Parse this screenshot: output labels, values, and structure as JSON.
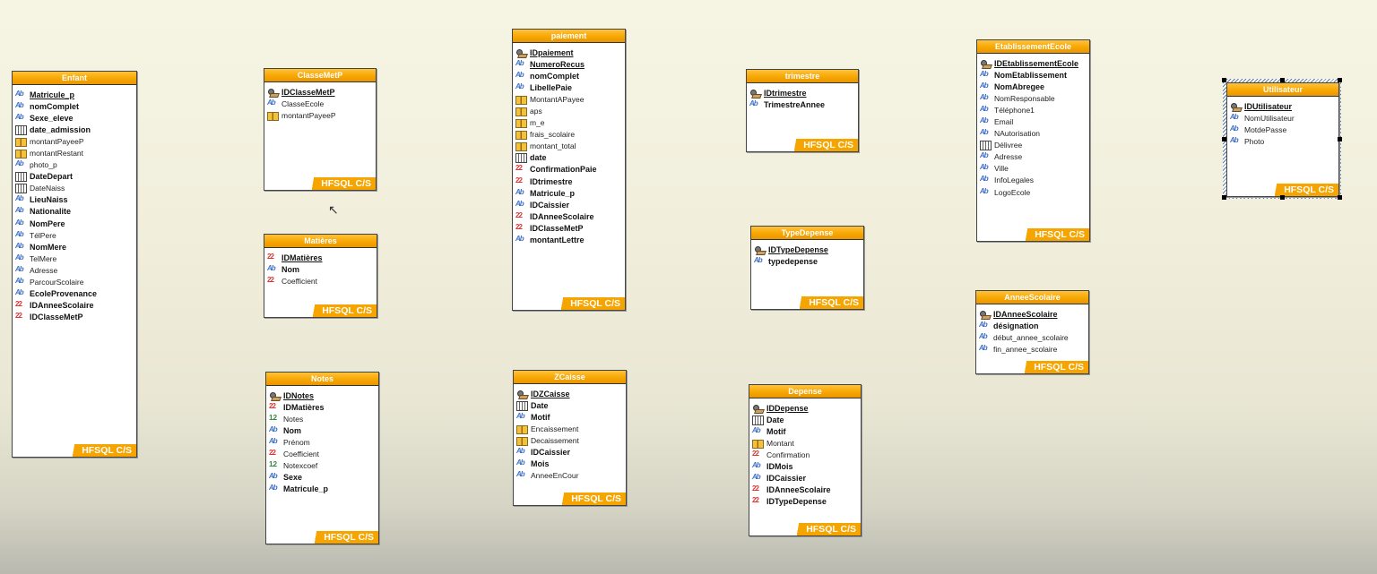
{
  "footer_label": "HFSQL C/S",
  "tables": [
    {
      "id": "enfant",
      "title": "Enfant",
      "fields": [
        [
          "ab",
          "Matricule_p",
          "bu"
        ],
        [
          "ab",
          "nomComplet",
          "b"
        ],
        [
          "ab",
          "Sexe_eleve",
          "b"
        ],
        [
          "dt",
          "date_admission",
          "b"
        ],
        [
          "num",
          "montantPayeeP",
          ""
        ],
        [
          "num",
          "montantRestant",
          ""
        ],
        [
          "ab",
          "photo_p",
          ""
        ],
        [
          "dt",
          "DateDepart",
          "b"
        ],
        [
          "dt",
          "DateNaiss",
          ""
        ],
        [
          "ab",
          "LieuNaiss",
          "b"
        ],
        [
          "ab",
          "Nationalite",
          "b"
        ],
        [
          "ab",
          "NomPere",
          "b"
        ],
        [
          "ab",
          "TélPere",
          ""
        ],
        [
          "ab",
          "NomMere",
          "b"
        ],
        [
          "ab",
          "TelMere",
          ""
        ],
        [
          "ab",
          "Adresse",
          ""
        ],
        [
          "ab",
          "ParcourScolaire",
          ""
        ],
        [
          "ab",
          "EcoleProvenance",
          "b"
        ],
        [
          "lnk",
          "IDAnneeScolaire",
          "b"
        ],
        [
          "lnk",
          "IDClasseMetP",
          "b"
        ]
      ]
    },
    {
      "id": "classemetp",
      "title": "ClasseMetP",
      "fields": [
        [
          "key",
          "IDClasseMetP",
          "bu"
        ],
        [
          "ab",
          "ClasseEcole",
          ""
        ],
        [
          "num",
          "montantPayeeP",
          ""
        ]
      ]
    },
    {
      "id": "matieres",
      "title": "Matières",
      "fields": [
        [
          "lnk",
          "IDMatières",
          "bu"
        ],
        [
          "ab",
          "Nom",
          "b"
        ],
        [
          "lnk",
          "Coefficient",
          ""
        ]
      ]
    },
    {
      "id": "notes",
      "title": "Notes",
      "fields": [
        [
          "key",
          "IDNotes",
          "bu"
        ],
        [
          "lnk",
          "IDMatières",
          "b"
        ],
        [
          "real",
          "Notes",
          ""
        ],
        [
          "ab",
          "Nom",
          "b"
        ],
        [
          "ab",
          "Prénom",
          ""
        ],
        [
          "lnk",
          "Coefficient",
          ""
        ],
        [
          "real",
          "Notexcoef",
          ""
        ],
        [
          "ab",
          "Sexe",
          "b"
        ],
        [
          "ab",
          "Matricule_p",
          "b"
        ]
      ]
    },
    {
      "id": "paiement",
      "title": "paiement",
      "fields": [
        [
          "key",
          "IDpaiement",
          "bu"
        ],
        [
          "ab",
          "NumeroRecus",
          "bu"
        ],
        [
          "ab",
          "nomComplet",
          "b"
        ],
        [
          "ab",
          "LibellePaie",
          "b"
        ],
        [
          "num",
          "MontantAPayee",
          ""
        ],
        [
          "num",
          "aps",
          ""
        ],
        [
          "num",
          "m_e",
          ""
        ],
        [
          "num",
          "frais_scolaire",
          ""
        ],
        [
          "num",
          "montant_total",
          ""
        ],
        [
          "dt",
          "date",
          "b"
        ],
        [
          "lnk",
          "ConfirmationPaie",
          "b"
        ],
        [
          "lnk",
          "IDtrimestre",
          "b"
        ],
        [
          "ab",
          "Matricule_p",
          "b"
        ],
        [
          "ab",
          "IDCaissier",
          "b"
        ],
        [
          "lnk",
          "IDAnneeScolaire",
          "b"
        ],
        [
          "lnk",
          "IDClasseMetP",
          "b"
        ],
        [
          "ab",
          "montantLettre",
          "b"
        ]
      ]
    },
    {
      "id": "zcaisse",
      "title": "ZCaisse",
      "fields": [
        [
          "key",
          "IDZCaisse",
          "bu"
        ],
        [
          "dt",
          "Date",
          "b"
        ],
        [
          "ab",
          "Motif",
          "b"
        ],
        [
          "num",
          "Encaissement",
          ""
        ],
        [
          "num",
          "Decaissement",
          ""
        ],
        [
          "ab",
          "IDCaissier",
          "b"
        ],
        [
          "ab",
          "Mois",
          "b"
        ],
        [
          "ab",
          "AnneeEnCour",
          ""
        ]
      ]
    },
    {
      "id": "trimestre",
      "title": "trimestre",
      "fields": [
        [
          "key",
          "IDtrimestre",
          "bu"
        ],
        [
          "ab",
          "TrimestreAnnee",
          "b"
        ]
      ]
    },
    {
      "id": "typedepense",
      "title": "TypeDepense",
      "fields": [
        [
          "key",
          "IDTypeDepense",
          "bu"
        ],
        [
          "ab",
          "typedepense",
          "b"
        ]
      ]
    },
    {
      "id": "depense",
      "title": "Depense",
      "fields": [
        [
          "key",
          "IDDepense",
          "bu"
        ],
        [
          "dt",
          "Date",
          "b"
        ],
        [
          "ab",
          "Motif",
          "b"
        ],
        [
          "num",
          "Montant",
          ""
        ],
        [
          "lnk",
          "Confirmation",
          ""
        ],
        [
          "ab",
          "IDMois",
          "b"
        ],
        [
          "ab",
          "IDCaissier",
          "b"
        ],
        [
          "lnk",
          "IDAnneeScolaire",
          "b"
        ],
        [
          "lnk",
          "IDTypeDepense",
          "b"
        ]
      ]
    },
    {
      "id": "etablissement",
      "title": "EtablissementEcole",
      "fields": [
        [
          "key",
          "IDEtablissementEcole",
          "bu"
        ],
        [
          "ab",
          "NomEtablissement",
          "b"
        ],
        [
          "ab",
          "NomAbregee",
          "b"
        ],
        [
          "ab",
          "NomResponsable",
          ""
        ],
        [
          "ab",
          "Téléphone1",
          ""
        ],
        [
          "ab",
          "Email",
          ""
        ],
        [
          "ab",
          "NAutorisation",
          ""
        ],
        [
          "dt",
          "Délivree",
          ""
        ],
        [
          "ab",
          "Adresse",
          ""
        ],
        [
          "ab",
          "Ville",
          ""
        ],
        [
          "ab",
          "InfoLegales",
          ""
        ],
        [
          "ab",
          "LogoEcole",
          ""
        ]
      ]
    },
    {
      "id": "anneescolaire",
      "title": "AnneeScolaire",
      "fields": [
        [
          "key",
          "IDAnneeScolaire",
          "bu"
        ],
        [
          "ab",
          "désignation",
          "b"
        ],
        [
          "ab",
          "début_annee_scolaire",
          ""
        ],
        [
          "ab",
          "fin_annee_scolaire",
          ""
        ]
      ]
    },
    {
      "id": "utilisateur",
      "title": "Utilisateur",
      "fields": [
        [
          "key",
          "IDUtilisateur",
          "bu"
        ],
        [
          "ab",
          "NomUtilisateur",
          ""
        ],
        [
          "ab",
          "MotdePasse",
          ""
        ],
        [
          "ab",
          "Photo",
          ""
        ]
      ]
    }
  ]
}
